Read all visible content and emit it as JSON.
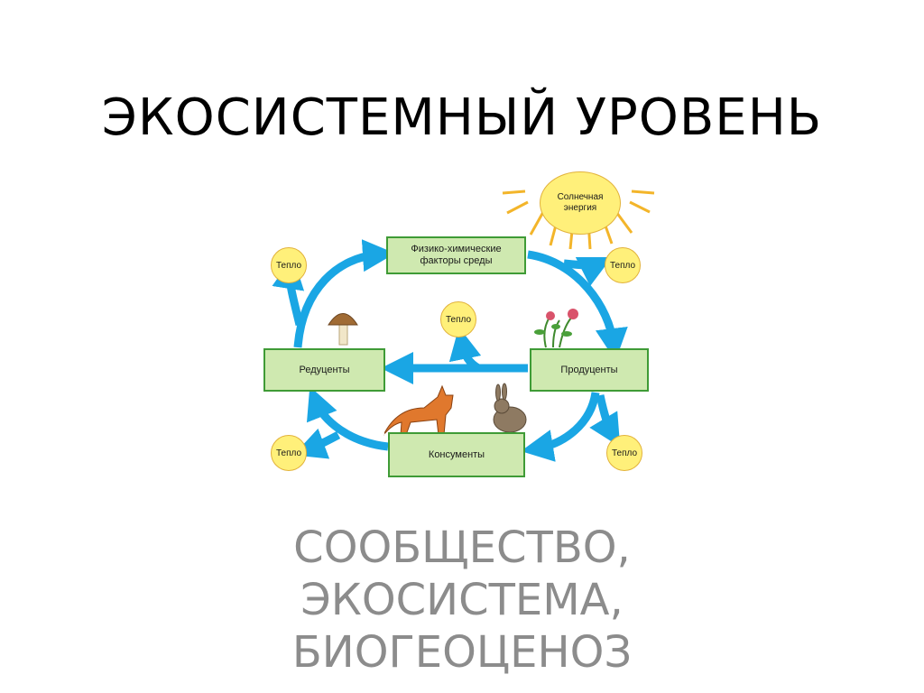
{
  "slide": {
    "title": "ЭКОСИСТЕМНЫЙ УРОВЕНЬ",
    "subtitle_lines": [
      "СООБЩЕСТВО,",
      "ЭКОСИСТЕМА,",
      "БИОГЕОЦЕНОЗ"
    ]
  },
  "diagram": {
    "boxes": {
      "physchem_line1": "Физико-химические",
      "physchem_line2": "факторы среды",
      "producers": "Продуценты",
      "consumers": "Консументы",
      "decomposers": "Редуценты"
    },
    "sun_line1": "Солнечная",
    "sun_line2": "энергия",
    "heat_label": "Тепло"
  },
  "colors": {
    "arrow": "#1aa6e4",
    "box_fill": "#cfe9b0",
    "box_border": "#3f9b36",
    "sun_fill": "#fff07a",
    "title": "#000000",
    "subtitle": "#8c8c8c"
  }
}
